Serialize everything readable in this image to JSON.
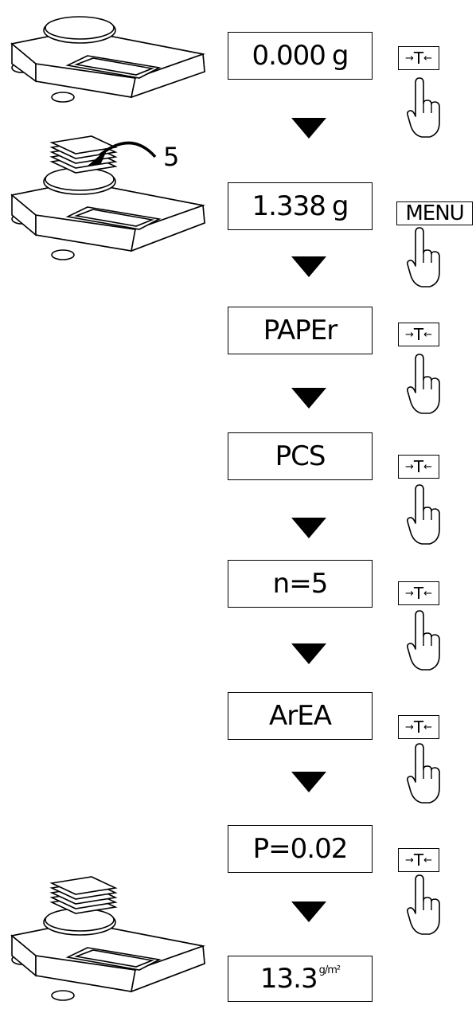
{
  "steps": [
    {
      "display": "0.000",
      "unit": "g",
      "key": "→T←"
    },
    {
      "display": "1.338",
      "unit": "g",
      "key": "MENU"
    },
    {
      "display": "PAPEr",
      "key": "→T←"
    },
    {
      "display": "PCS",
      "key": "→T←"
    },
    {
      "display": "n=5",
      "key": "→T←"
    },
    {
      "display": "ArEA",
      "key": "→T←"
    },
    {
      "display": "P=0.02",
      "key": "→T←"
    }
  ],
  "final": {
    "value": "13.3",
    "unit": "g/m²"
  },
  "load_count": "5",
  "key_parts": {
    "left": "→",
    "letter": "T",
    "right": "←"
  }
}
